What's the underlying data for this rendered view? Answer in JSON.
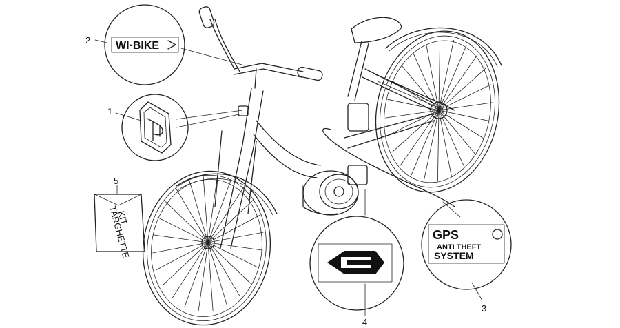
{
  "callouts": [
    {
      "number": "1",
      "part": "head-emblem"
    },
    {
      "number": "2",
      "part": "wi-bike-decal"
    },
    {
      "number": "3",
      "part": "gps-decal"
    },
    {
      "number": "4",
      "part": "e-logo-decal"
    },
    {
      "number": "5",
      "part": "label-kit"
    }
  ],
  "decals": {
    "wibike": "WI·BIKE",
    "gps_line1": "GPS",
    "gps_line2": "ANTI THEFT",
    "gps_line3": "SYSTEM",
    "kit_line1": "KIT",
    "kit_line2": "TARGHETTE"
  }
}
